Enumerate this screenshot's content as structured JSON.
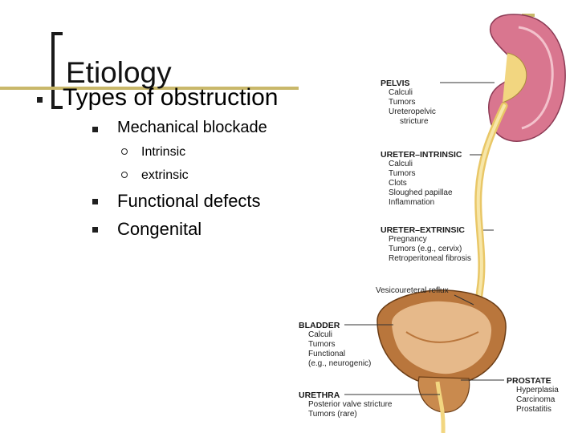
{
  "slide": {
    "title": "Etiology",
    "main_bullet": "Types of obstruction",
    "sub_bullets": [
      {
        "label": "Mechanical blockade",
        "children": [
          "Intrinsic",
          "extrinsic"
        ]
      },
      {
        "label": "Functional defects"
      },
      {
        "label": "Congenital"
      }
    ]
  },
  "figure": {
    "pelvis": {
      "header": "PELVIS",
      "items": [
        "Calculi",
        "Tumors",
        "Ureteropelvic",
        "stricture"
      ]
    },
    "ureter_intrinsic": {
      "header": "URETER–INTRINSIC",
      "items": [
        "Calculi",
        "Tumors",
        "Clots",
        "Sloughed papillae",
        "Inflammation"
      ]
    },
    "ureter_extrinsic": {
      "header": "URETER–EXTRINSIC",
      "items": [
        "Pregnancy",
        "Tumors (e.g., cervix)",
        "Retroperitoneal fibrosis"
      ]
    },
    "vesicoureteral": "Vesicoureteral reflux",
    "bladder": {
      "header": "BLADDER",
      "items": [
        "Calculi",
        "Tumors",
        "Functional",
        "(e.g., neurogenic)"
      ]
    },
    "prostate": {
      "header": "PROSTATE",
      "items": [
        "Hyperplasia",
        "Carcinoma",
        "Prostatitis"
      ]
    },
    "urethra": {
      "header": "URETHRA",
      "items": [
        "Posterior valve stricture",
        "Tumors (rare)"
      ]
    }
  },
  "colors": {
    "accent": "#c9b86a",
    "kidney": "#d26f8a",
    "ureter": "#f2d680",
    "bladder": "#b9763c"
  }
}
